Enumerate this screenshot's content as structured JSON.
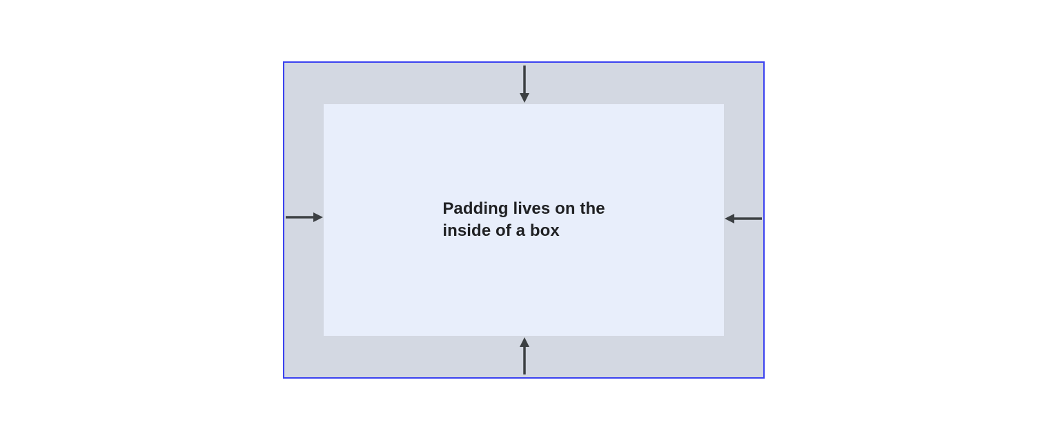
{
  "diagram": {
    "title": "padding-box-model-diagram",
    "content_label": {
      "line1": "Padding lives on the",
      "line2": "inside of a box"
    },
    "icons": [
      "arrow-down-icon",
      "arrow-up-icon",
      "arrow-right-icon",
      "arrow-left-icon"
    ],
    "colors": {
      "page_background": "#ffffff",
      "box_border": "#3a41f0",
      "padding_area": "#d3d8e2",
      "content_area": "#e8eefb",
      "arrow": "#3c4043",
      "text": "#202124"
    }
  }
}
